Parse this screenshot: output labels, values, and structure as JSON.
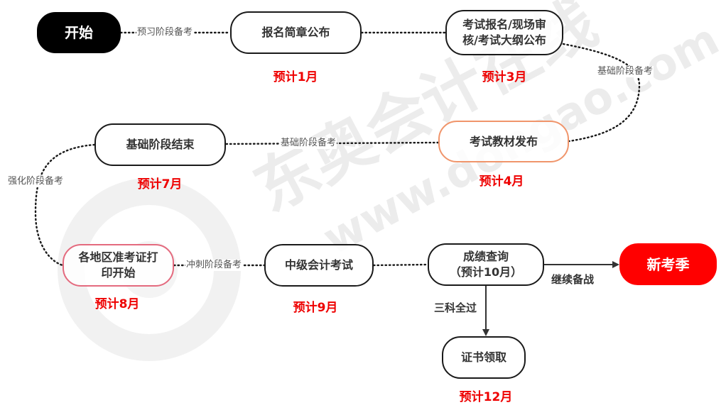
{
  "colors": {
    "start_fill": "#000000",
    "end_fill": "#ff0000",
    "date_text": "#ee0000",
    "node_border": "#1a1a1a",
    "textbook_border": "#f0956b",
    "admission_border": "#e46a7e",
    "watermark": "#eeeeee"
  },
  "nodes": {
    "start": {
      "label": "开始"
    },
    "brochure": {
      "label": "报名简章公布",
      "date": "预计1月"
    },
    "registration": {
      "line1": "考试报名/现场审",
      "line2": "核/考试大纲公布",
      "date": "预计3月"
    },
    "textbook": {
      "label": "考试教材发布",
      "date": "预计4月"
    },
    "basic_end": {
      "label": "基础阶段结束",
      "date": "预计7月"
    },
    "admission_ticket": {
      "line1": "各地区准考证打",
      "line2": "印开始",
      "date": "预计8月"
    },
    "exam": {
      "label": "中级会计考试",
      "date": "预计9月"
    },
    "score_query": {
      "line1": "成绩查询",
      "line2": "（预计10月）"
    },
    "new_season": {
      "label": "新考季"
    },
    "certificate": {
      "label": "证书领取",
      "date": "预计12月"
    }
  },
  "edges": {
    "preview_stage": "预习阶段备考",
    "basic_stage_right": "基础阶段备考",
    "basic_stage_middle": "基础阶段备考",
    "intensive_stage": "强化阶段备考",
    "sprint_stage": "冲刺阶段备考",
    "continue_prep": "继续备战",
    "all_three_passed": "三科全过"
  },
  "watermark": {
    "brand": "东奥会计在线",
    "url": "www.dongao.com"
  }
}
